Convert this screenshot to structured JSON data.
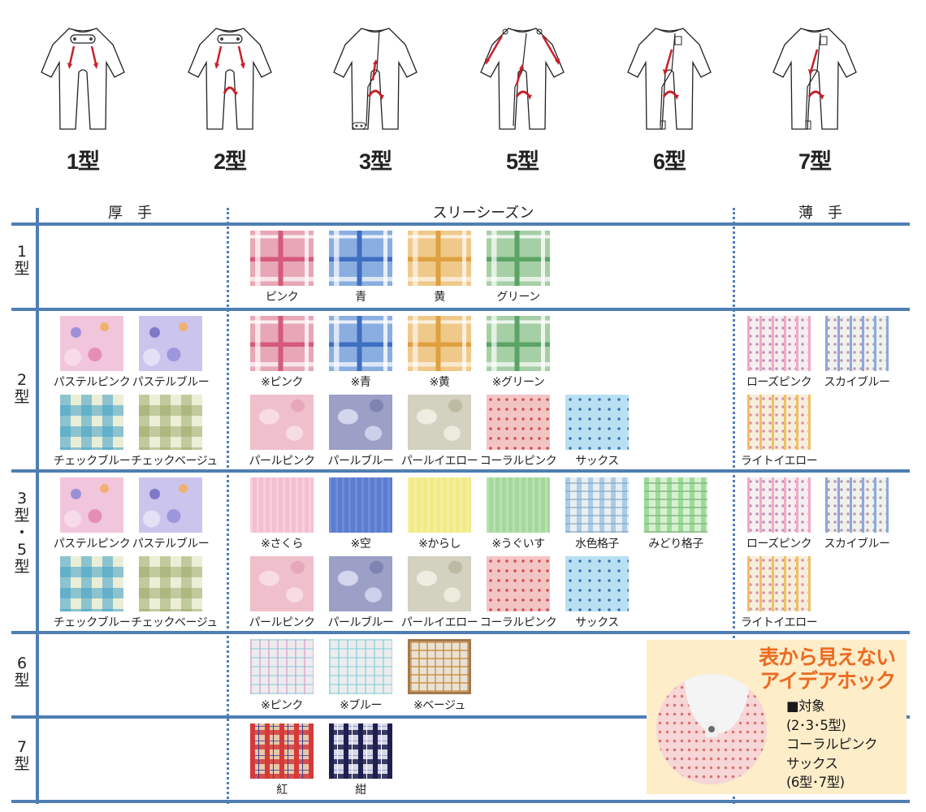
{
  "garments": [
    {
      "type": "1型",
      "fastening": "shoulder-snaps"
    },
    {
      "type": "2型",
      "fastening": "shoulder-snaps-crotch-zip"
    },
    {
      "type": "3型",
      "fastening": "front-zip-hem-snaps"
    },
    {
      "type": "5型",
      "fastening": "shoulder-sleeve-snaps-front-zip"
    },
    {
      "type": "6型",
      "fastening": "front-zip-tab"
    },
    {
      "type": "7型",
      "fastening": "front-zip-tab"
    }
  ],
  "table": {
    "column_headers": {
      "thick": "厚　手",
      "three_season": "スリーシーズン",
      "thin": "薄　手"
    },
    "rows": [
      {
        "label": "1\n型",
        "label_lines": [
          "1",
          "型"
        ],
        "thick": [],
        "three_season": [
          {
            "name": "ピンク",
            "pattern": "check-pink"
          },
          {
            "name": "青",
            "pattern": "check-blue"
          },
          {
            "name": "黄",
            "pattern": "check-yellow"
          },
          {
            "name": "グリーン",
            "pattern": "check-green"
          }
        ],
        "thin": []
      },
      {
        "label_lines": [
          "2",
          "型"
        ],
        "thick": [
          {
            "name": "パステルピンク",
            "pattern": "pastel-pink"
          },
          {
            "name": "パステルブルー",
            "pattern": "pastel-blue"
          },
          {
            "name": "チェックブルー",
            "pattern": "gingham-blue"
          },
          {
            "name": "チェックベージュ",
            "pattern": "gingham-beige"
          }
        ],
        "three_season": [
          {
            "name": "※ピンク",
            "pattern": "check-pink"
          },
          {
            "name": "※青",
            "pattern": "check-blue"
          },
          {
            "name": "※黄",
            "pattern": "check-yellow"
          },
          {
            "name": "※グリーン",
            "pattern": "check-green"
          },
          {
            "name": "パールピンク",
            "pattern": "pearl-pink"
          },
          {
            "name": "パールブルー",
            "pattern": "pearl-blue"
          },
          {
            "name": "パールイエロー",
            "pattern": "pearl-yellow"
          },
          {
            "name": "コーラルピンク",
            "pattern": "coral"
          },
          {
            "name": "サックス",
            "pattern": "sax"
          }
        ],
        "thin": [
          {
            "name": "ローズピンク",
            "pattern": "stripe-rose"
          },
          {
            "name": "スカイブルー",
            "pattern": "stripe-sky"
          },
          {
            "name": "ライトイエロー",
            "pattern": "stripe-yellow"
          }
        ]
      },
      {
        "label_lines": [
          "3",
          "型",
          "・",
          "5",
          "型"
        ],
        "thick": [
          {
            "name": "パステルピンク",
            "pattern": "pastel-pink"
          },
          {
            "name": "パステルブルー",
            "pattern": "pastel-blue"
          },
          {
            "name": "チェックブルー",
            "pattern": "gingham-blue"
          },
          {
            "name": "チェックベージュ",
            "pattern": "gingham-beige"
          }
        ],
        "three_season": [
          {
            "name": "※さくら",
            "pattern": "sakura"
          },
          {
            "name": "※空",
            "pattern": "sora"
          },
          {
            "name": "※からし",
            "pattern": "karashi"
          },
          {
            "name": "※うぐいす",
            "pattern": "uguisu"
          },
          {
            "name": "水色格子",
            "pattern": "mizuiro"
          },
          {
            "name": "みどり格子",
            "pattern": "midori"
          },
          {
            "name": "パールピンク",
            "pattern": "pearl-pink"
          },
          {
            "name": "パールブルー",
            "pattern": "pearl-blue"
          },
          {
            "name": "パールイエロー",
            "pattern": "pearl-yellow"
          },
          {
            "name": "コーラルピンク",
            "pattern": "coral"
          },
          {
            "name": "サックス",
            "pattern": "sax"
          }
        ],
        "thin": [
          {
            "name": "ローズピンク",
            "pattern": "stripe-rose"
          },
          {
            "name": "スカイブルー",
            "pattern": "stripe-sky"
          },
          {
            "name": "ライトイエロー",
            "pattern": "stripe-yellow"
          }
        ]
      },
      {
        "label_lines": [
          "6",
          "型"
        ],
        "thick": [],
        "three_season": [
          {
            "name": "※ピンク",
            "pattern": "grid-pink"
          },
          {
            "name": "※ブルー",
            "pattern": "grid-blue"
          },
          {
            "name": "※ベージュ",
            "pattern": "grid-beige"
          }
        ],
        "thin": []
      },
      {
        "label_lines": [
          "7",
          "型"
        ],
        "thick": [],
        "three_season": [
          {
            "name": "紅",
            "pattern": "tartan-red"
          },
          {
            "name": "紺",
            "pattern": "tartan-navy"
          }
        ],
        "thin": []
      }
    ]
  },
  "promo": {
    "title_line1": "表から見えない",
    "title_line2": "アイデアホック",
    "desc": [
      "■対象",
      "(2･3･5型)",
      "コーラルピンク",
      "サックス",
      "(6型･7型)"
    ]
  },
  "colors": {
    "table_line": "#4f7eb3",
    "promo_bg": "#fdedc9",
    "promo_title": "#ec6b22",
    "arrow_red": "#c8202a"
  }
}
